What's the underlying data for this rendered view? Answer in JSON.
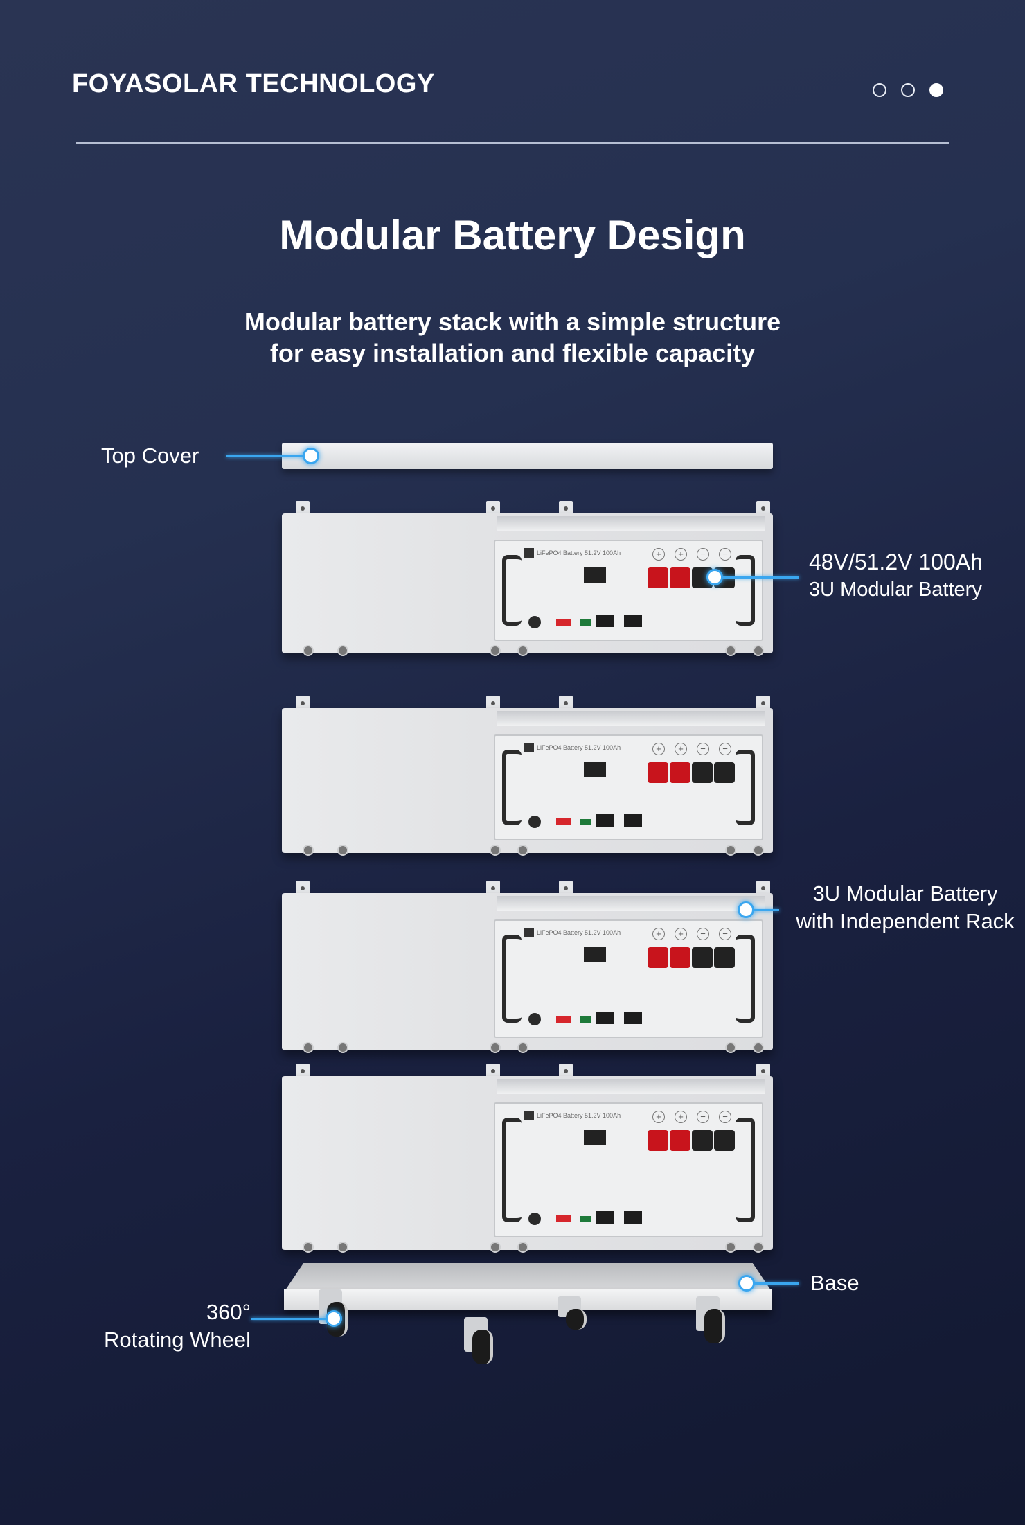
{
  "header": {
    "brand": "FOYASOLAR TECHNOLOGY",
    "pagination": {
      "total": 3,
      "active_index": 2
    }
  },
  "main": {
    "title": "Modular Battery Design",
    "subtitle_line1": "Modular battery stack with a simple structure",
    "subtitle_line2": "for easy installation and flexible capacity"
  },
  "callouts": {
    "top_cover": "Top Cover",
    "battery_line1": "48V/51.2V 100Ah",
    "battery_line2": "3U Modular Battery",
    "rack_line1": "3U Modular Battery",
    "rack_line2": "with Independent Rack",
    "base": "Base",
    "wheel_line1": "360°",
    "wheel_line2": "Rotating Wheel"
  },
  "battery_panel": {
    "model_text": "LiFePO4 Battery 51.2V 100Ah"
  },
  "colors": {
    "accent": "#3aa6ef",
    "positive_terminal": "#c8141c",
    "negative_terminal": "#222222"
  }
}
